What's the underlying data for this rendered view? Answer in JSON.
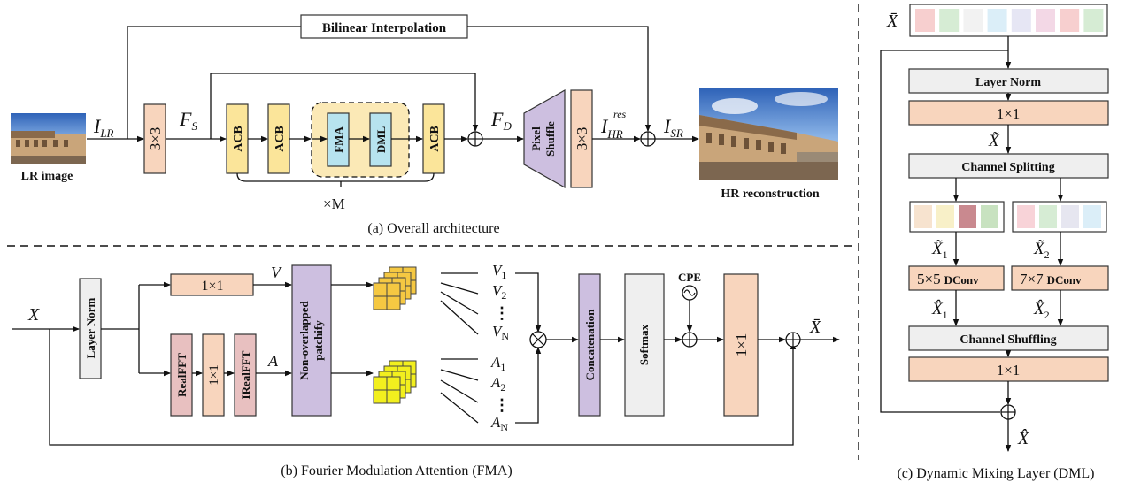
{
  "colors": {
    "conv": "#f8d5bd",
    "acb": "#fbe59a",
    "fma": "#b7e3ef",
    "group": "#fbe9b6",
    "patchify": "#cdbfe0",
    "fft": "#e8c0c0",
    "gray": "#efefef",
    "patch_v": "#f5c842",
    "patch_a": "#f2ef1e",
    "sky": "#3f76c4"
  },
  "icons": [
    "image-lr-photo",
    "image-hr-photo",
    "sum-icon",
    "multiply-icon",
    "sine-icon",
    "patch-grid-icon"
  ],
  "overall": {
    "caption": "(a) Overall architecture",
    "bilinear": "Bilinear Interpolation",
    "lr_image": "LR image",
    "hr_reconstruction": "HR reconstruction",
    "conv3x3": "3×3",
    "acb": "ACB",
    "fma": "FMA",
    "dml": "DML",
    "repeat": "×M",
    "pixel_shuffle_1": "Pixel",
    "pixel_shuffle_2": "Shuffle",
    "sym_lr_main": "I",
    "sym_lr_sub": "LR",
    "sym_fs_main": "F",
    "sym_fs_sub": "S",
    "sym_fd_main": "F",
    "sym_fd_sub": "D",
    "sym_hr_main": "I",
    "sym_hr_sub": "HR",
    "sym_hr_sup": "res",
    "sym_sr_main": "I",
    "sym_sr_sub": "SR"
  },
  "fma": {
    "caption": "(b) Fourier Modulation Attention (FMA)",
    "x": "X",
    "xbar": "X̄",
    "layer_norm": "Layer Norm",
    "conv1x1": "1×1",
    "realfft": "RealFFT",
    "irealfft": "IRealFFT",
    "v": "V",
    "a": "A",
    "patchify_1": "Non-overlapped",
    "patchify_2": "patchify",
    "v1": "V",
    "v1_sub": "1",
    "v2": "V",
    "v2_sub": "2",
    "vn": "V",
    "vn_sub": "N",
    "a1": "A",
    "a1_sub": "1",
    "a2": "A",
    "a2_sub": "2",
    "an": "A",
    "an_sub": "N",
    "dots": "⋮",
    "concatenation": "Concatenation",
    "softmax": "Softmax",
    "cpe": "CPE",
    "conv1x1_out": "1×1"
  },
  "dml": {
    "caption": "(c) Dynamic Mixing Layer (DML)",
    "xbar": "X̄",
    "layer_norm": "Layer Norm",
    "conv1x1_a": "1×1",
    "xtilde": "X̃",
    "channel_splitting": "Channel Splitting",
    "xtilde1": "X̃",
    "xtilde1_sub": "1",
    "xtilde2": "X̃",
    "xtilde2_sub": "2",
    "dconv5": "5×5",
    "dconv7": "7×7",
    "dconv_label": "DConv",
    "xhat1": "X̂",
    "xhat1_sub": "1",
    "xhat2": "X̂",
    "xhat2_sub": "2",
    "channel_shuffling": "Channel Shuffling",
    "conv1x1_b": "1×1",
    "xhat": "X̂",
    "tokens_top": [
      "#f7cfcf",
      "#d6ecd4",
      "#f2f2f2",
      "#dbeef8",
      "#e6e6f4",
      "#f3d8e6",
      "#f7cfcf",
      "#d6ecd4"
    ],
    "tokens_left": [
      "#f7e3cf",
      "#f8f0c8",
      "#c9898f",
      "#c8e2c0"
    ],
    "tokens_right": [
      "#f8d3d8",
      "#d6ecd4",
      "#e6e6f0",
      "#dbeef8"
    ]
  }
}
